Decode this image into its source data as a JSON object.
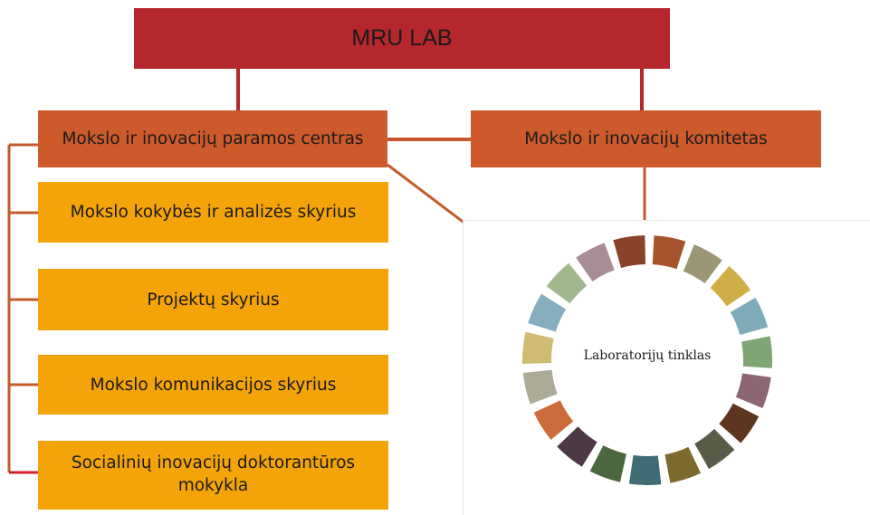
{
  "root": {
    "label": "MRU LAB",
    "color": "#b5272d"
  },
  "level2": [
    {
      "label": "Mokslo ir inovacijų paramos centras"
    },
    {
      "label": "Mokslo ir inovacijų komitetas"
    }
  ],
  "departments": [
    {
      "label": "Mokslo kokybės ir analizės skyrius"
    },
    {
      "label": "Projektų skyrius"
    },
    {
      "label": "Mokslo komunikacijos skyrius"
    },
    {
      "label": "Socialinių inovacijų doktorantūros mokykla"
    }
  ],
  "network": {
    "label": "Laboratorijų tinklas",
    "segment_colors": [
      "#a5542c",
      "#9b9676",
      "#cfae46",
      "#7eabb8",
      "#7ea573",
      "#8c6675",
      "#5e3620",
      "#5a5c48",
      "#7d6a2e",
      "#3f6b74",
      "#4b6740",
      "#4d3845",
      "#cc6c3a",
      "#abab98",
      "#d1bb70",
      "#85adbd",
      "#a1b88f",
      "#a88c96",
      "#8a4229"
    ]
  },
  "colors": {
    "connector": "#c45a2b",
    "connector_root": "#b5272d",
    "level2_fill": "#cc5a2a",
    "department_fill": "#f4a408"
  }
}
